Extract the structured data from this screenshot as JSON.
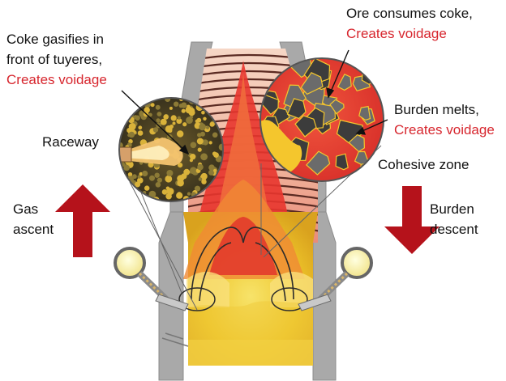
{
  "labels": {
    "coke_gasifies_1": "Coke gasifies in",
    "coke_gasifies_2": "front of tuyeres,",
    "creates_voidage_1": "Creates voidage",
    "ore_consumes": "Ore consumes coke,",
    "creates_voidage_2": "Creates voidage",
    "burden_melts": "Burden melts,",
    "creates_voidage_3": "Creates voidage",
    "raceway": "Raceway",
    "cohesive_zone": "Cohesive zone",
    "gas_1": "Gas",
    "gas_2": "ascent",
    "burden_1": "Burden",
    "burden_2": "descent"
  },
  "colors": {
    "accent_red": "#d7262e",
    "arrow_red": "#b5121b",
    "furnace_wall": "#9a9a9a",
    "molten_yellow": "#f4cf2c",
    "cohesive_red": "#e8352e"
  },
  "icons": [
    "gas-ascent-arrow",
    "burden-descent-arrow",
    "tuyere-left",
    "tuyere-right",
    "ore-coke-magnifier",
    "raceway-magnifier"
  ]
}
